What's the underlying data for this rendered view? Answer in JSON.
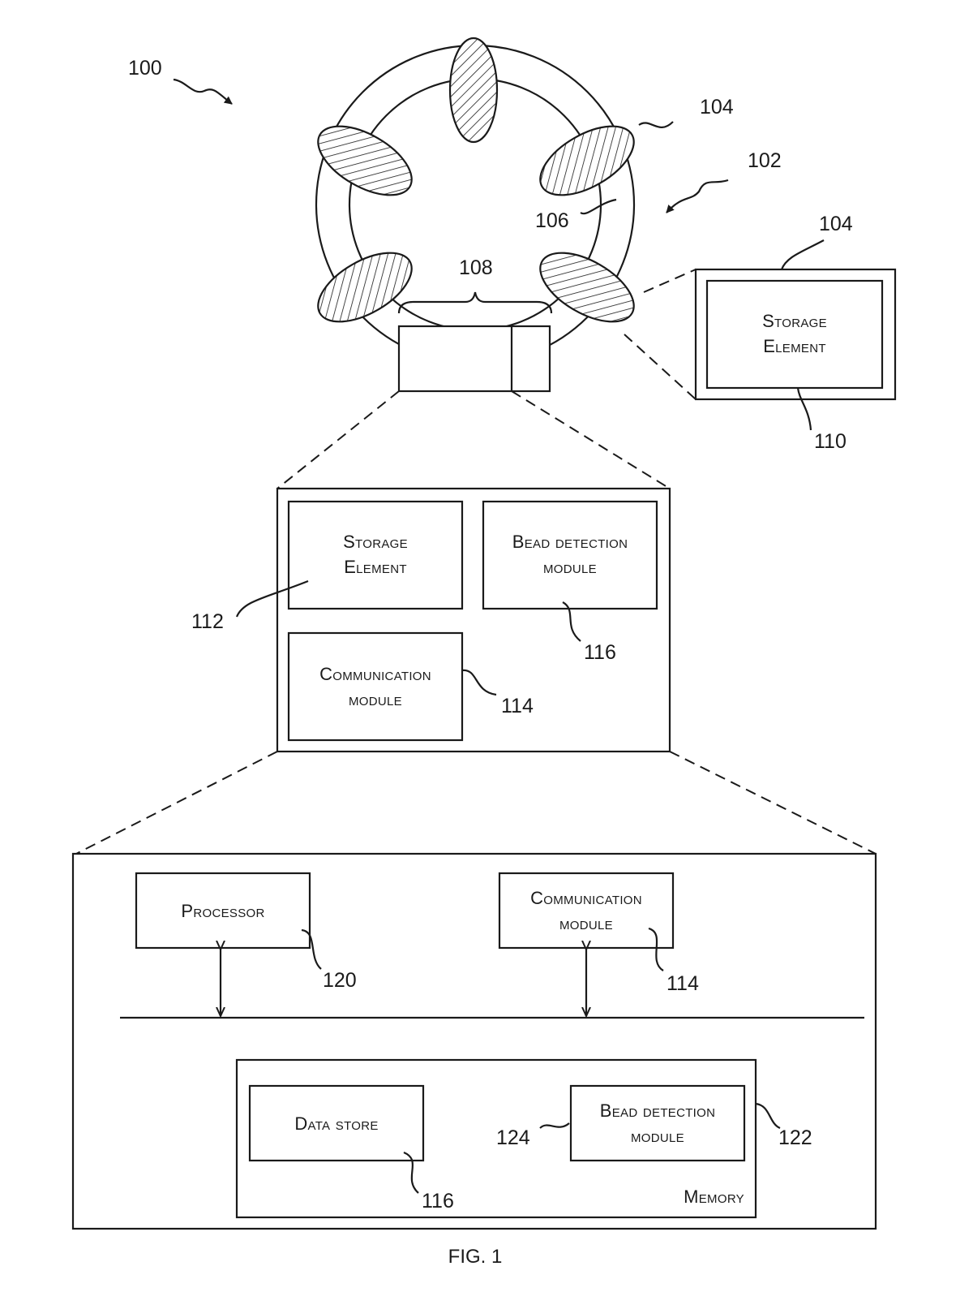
{
  "figure": {
    "caption": "FIG. 1",
    "refs": {
      "r100": "100",
      "r102": "102",
      "r104_bead": "104",
      "r104_storage": "104",
      "r106": "106",
      "r108": "108",
      "r110": "110",
      "r112": "112",
      "r114_mid": "114",
      "r116_mid": "116",
      "r120": "120",
      "r114_bottom": "114",
      "r122": "122",
      "r124": "124",
      "r116_bottom": "116"
    },
    "top_storage_element": {
      "line1": "Storage",
      "line2": "Element"
    },
    "middle_unit": {
      "storage_element": {
        "line1": "Storage",
        "line2": "Element"
      },
      "bead_detection_module": {
        "line1": "Bead detection",
        "line2": "module"
      },
      "communication_module": {
        "line1": "Communication",
        "line2": "module"
      }
    },
    "bottom_unit": {
      "processor": "Processor",
      "communication_module": {
        "line1": "Communication",
        "line2": "module"
      },
      "memory": {
        "label": "Memory",
        "data_store": "Data store",
        "bead_detection_module": {
          "line1": "Bead detection",
          "line2": "module"
        }
      }
    },
    "colors": {
      "ink": "#1a1a1a",
      "background": "#ffffff"
    }
  }
}
